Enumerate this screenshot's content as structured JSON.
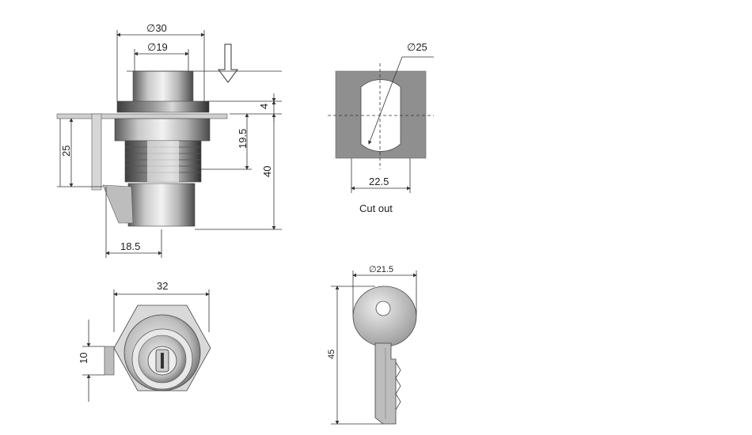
{
  "front_view": {
    "dia_outer": "∅30",
    "dia_inner": "∅19",
    "dim_top": "4",
    "dim_thread": "19.5",
    "dim_height": "40",
    "dim_panel": "25",
    "dim_offset": "18.5"
  },
  "cutout": {
    "dia": "∅25",
    "width": "22.5",
    "caption": "Cut out"
  },
  "bottom_view": {
    "width": "32",
    "cam": "10"
  },
  "key": {
    "dia": "∅21.5",
    "length": "45"
  }
}
